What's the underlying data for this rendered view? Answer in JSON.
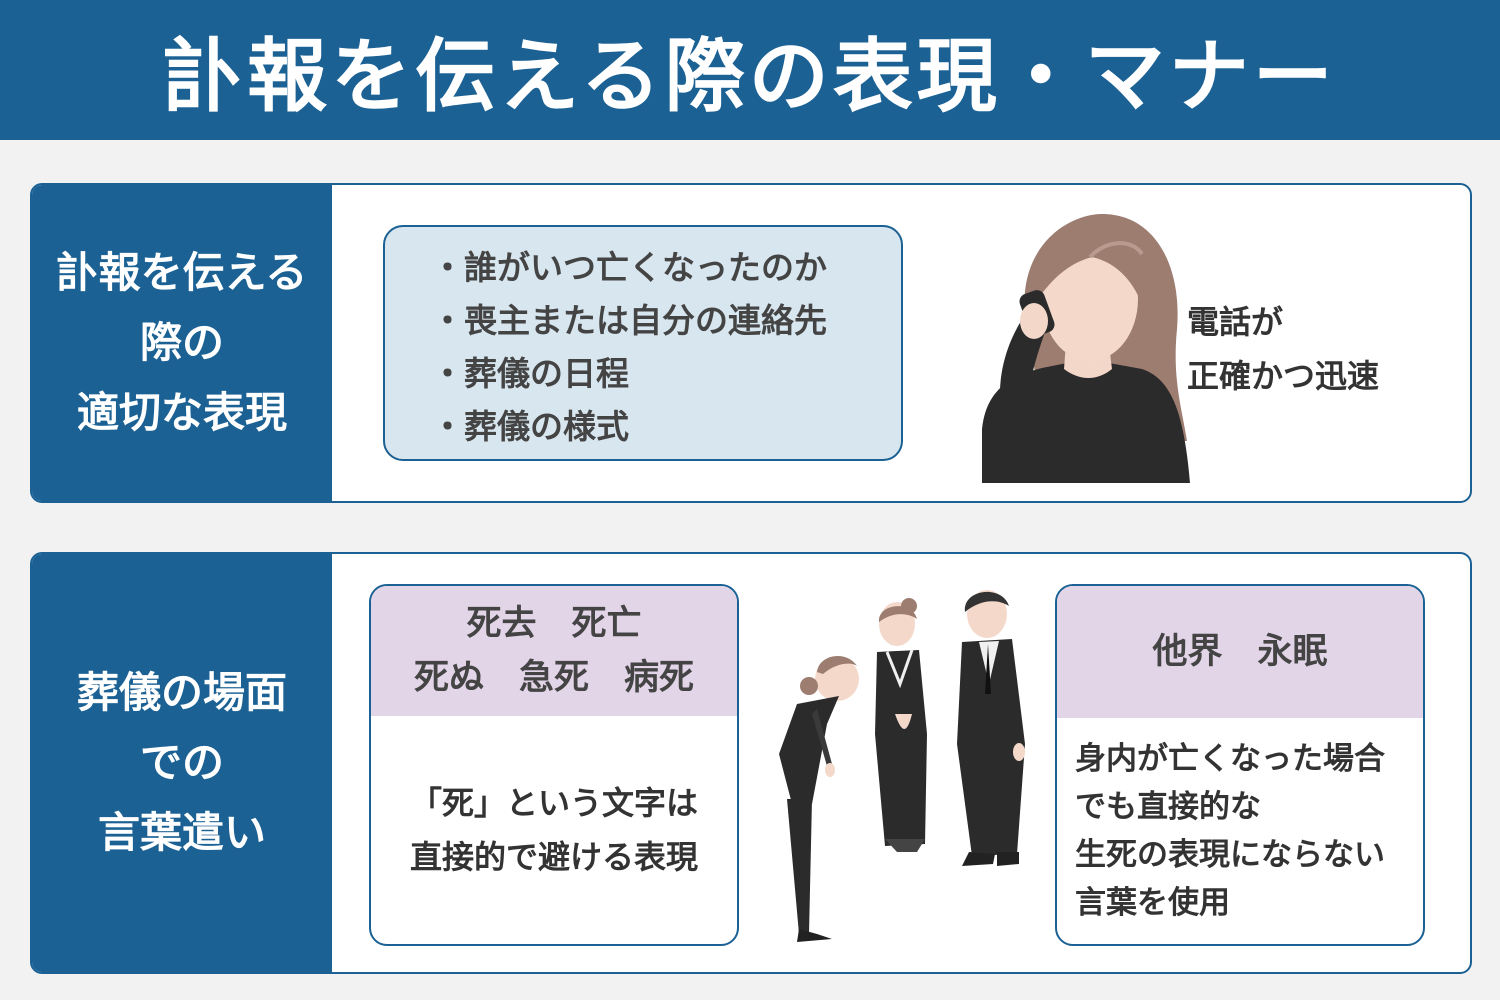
{
  "title": "訃報を伝える際の表現・マナー",
  "section1": {
    "label": [
      "訃報を伝える",
      "際の",
      "適切な表現"
    ],
    "items": [
      "・誰がいつ亡くなったのか",
      "・喪主または自分の連絡先",
      "・葬儀の日程",
      "・葬儀の様式"
    ],
    "note": [
      "電話が",
      "正確かつ迅速"
    ]
  },
  "section2": {
    "label": [
      "葬儀の場面",
      "での",
      "言葉遣い"
    ],
    "avoid_card": {
      "words": [
        "死去　死亡",
        "死ぬ　急死　病死"
      ],
      "desc": [
        "「死」という文字は",
        "直接的で避ける表現"
      ]
    },
    "use_card": {
      "words": [
        "他界　永眠"
      ],
      "desc": [
        "身内が亡くなった場合",
        "でも直接的な",
        "生死の表現にならない",
        "言葉を使用"
      ]
    }
  },
  "colors": {
    "primary": "#1b6194",
    "light_blue": "#d8e6ef",
    "light_purple": "#e3d5e8",
    "background": "#f2f2f2"
  },
  "icons": [
    "woman-on-phone-illustration",
    "bowing-mourners-illustration"
  ]
}
